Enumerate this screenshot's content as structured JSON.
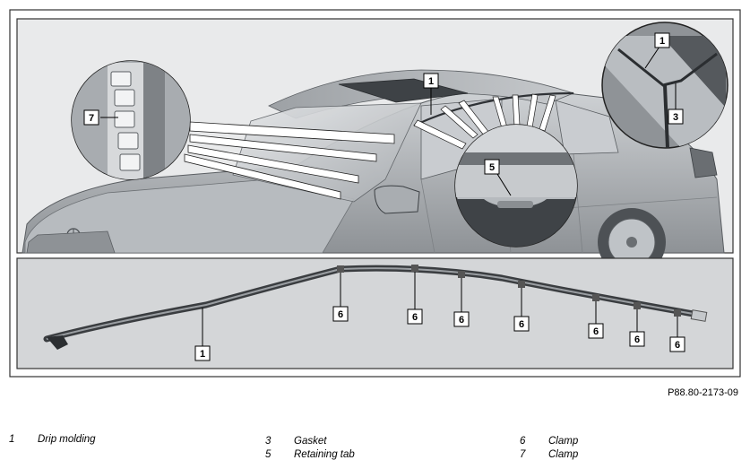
{
  "figure": {
    "reference": "P88.80-2173-09",
    "callouts": {
      "top_molding": "1",
      "detail_tr_molding": "1",
      "detail_tr_gasket": "3",
      "detail_clip": "7",
      "detail_tab": "5",
      "strip_molding": "1",
      "clamps": [
        "6",
        "6",
        "6",
        "6",
        "6",
        "6",
        "6"
      ]
    }
  },
  "legend": [
    {
      "num": "1",
      "text": "Drip molding"
    },
    {
      "num": "3",
      "text": "Gasket"
    },
    {
      "num": "5",
      "text": "Retaining tab"
    },
    {
      "num": "6",
      "text": "Clamp"
    },
    {
      "num": "7",
      "text": "Clamp"
    }
  ],
  "colors": {
    "panel_bg": "#d4d6d8",
    "border": "#333333",
    "car_light": "#c4c7ca",
    "car_dark": "#6b6f73"
  }
}
